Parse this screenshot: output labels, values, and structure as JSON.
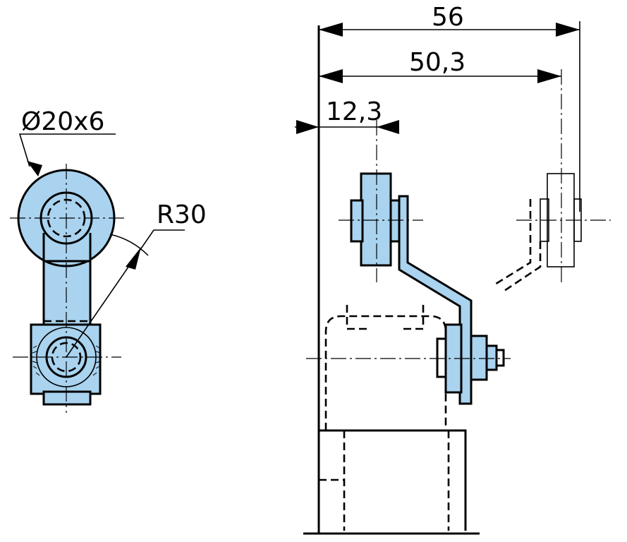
{
  "labels": {
    "roller_diameter": "Ø20x6",
    "radius": "R30",
    "dim_overall": "56",
    "dim_roller_axis": "50,3",
    "dim_offset": "12,3"
  },
  "colors": {
    "part_fill": "#a9d3ef",
    "line": "#000000",
    "background": "#ffffff"
  }
}
